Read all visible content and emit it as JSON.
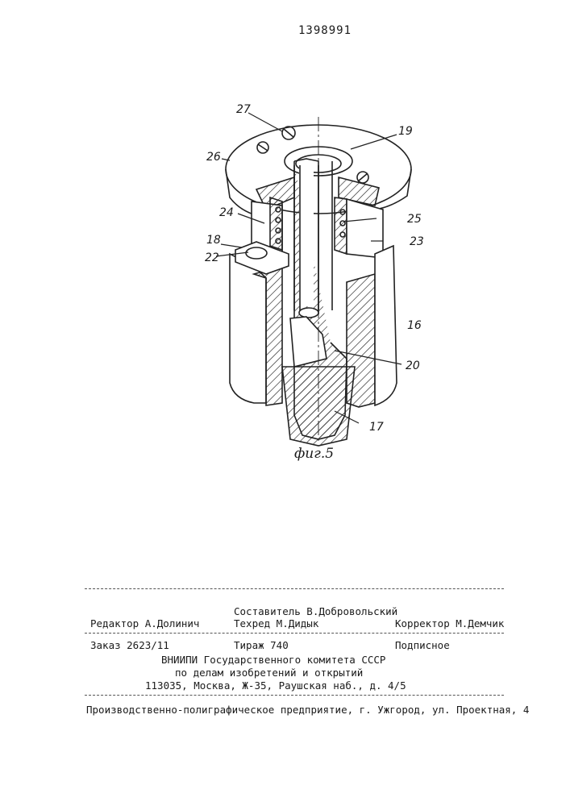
{
  "document_number": "1398991",
  "figure": {
    "caption": "фиг.5",
    "callouts": [
      "27",
      "19",
      "26",
      "24",
      "25",
      "18",
      "23",
      "22",
      "16",
      "20",
      "17"
    ]
  },
  "imprint": {
    "composer": "Составитель В.Добровольский",
    "editor": "Редактор А.Долинич",
    "techred": "Техред М.Дидык",
    "corrector": "Корректор М.Демчик",
    "order": "Заказ 2623/11",
    "print_run": "Тираж 740",
    "subscription": "Подписное",
    "org_line1": "ВНИИПИ Государственного комитета СССР",
    "org_line2": "по делам изобретений и открытий",
    "org_line3": "113035, Москва, Ж-35, Раушская наб., д. 4/5",
    "printer": "Производственно-полиграфическое предприятие, г. Ужгород, ул. Проектная, 4"
  }
}
